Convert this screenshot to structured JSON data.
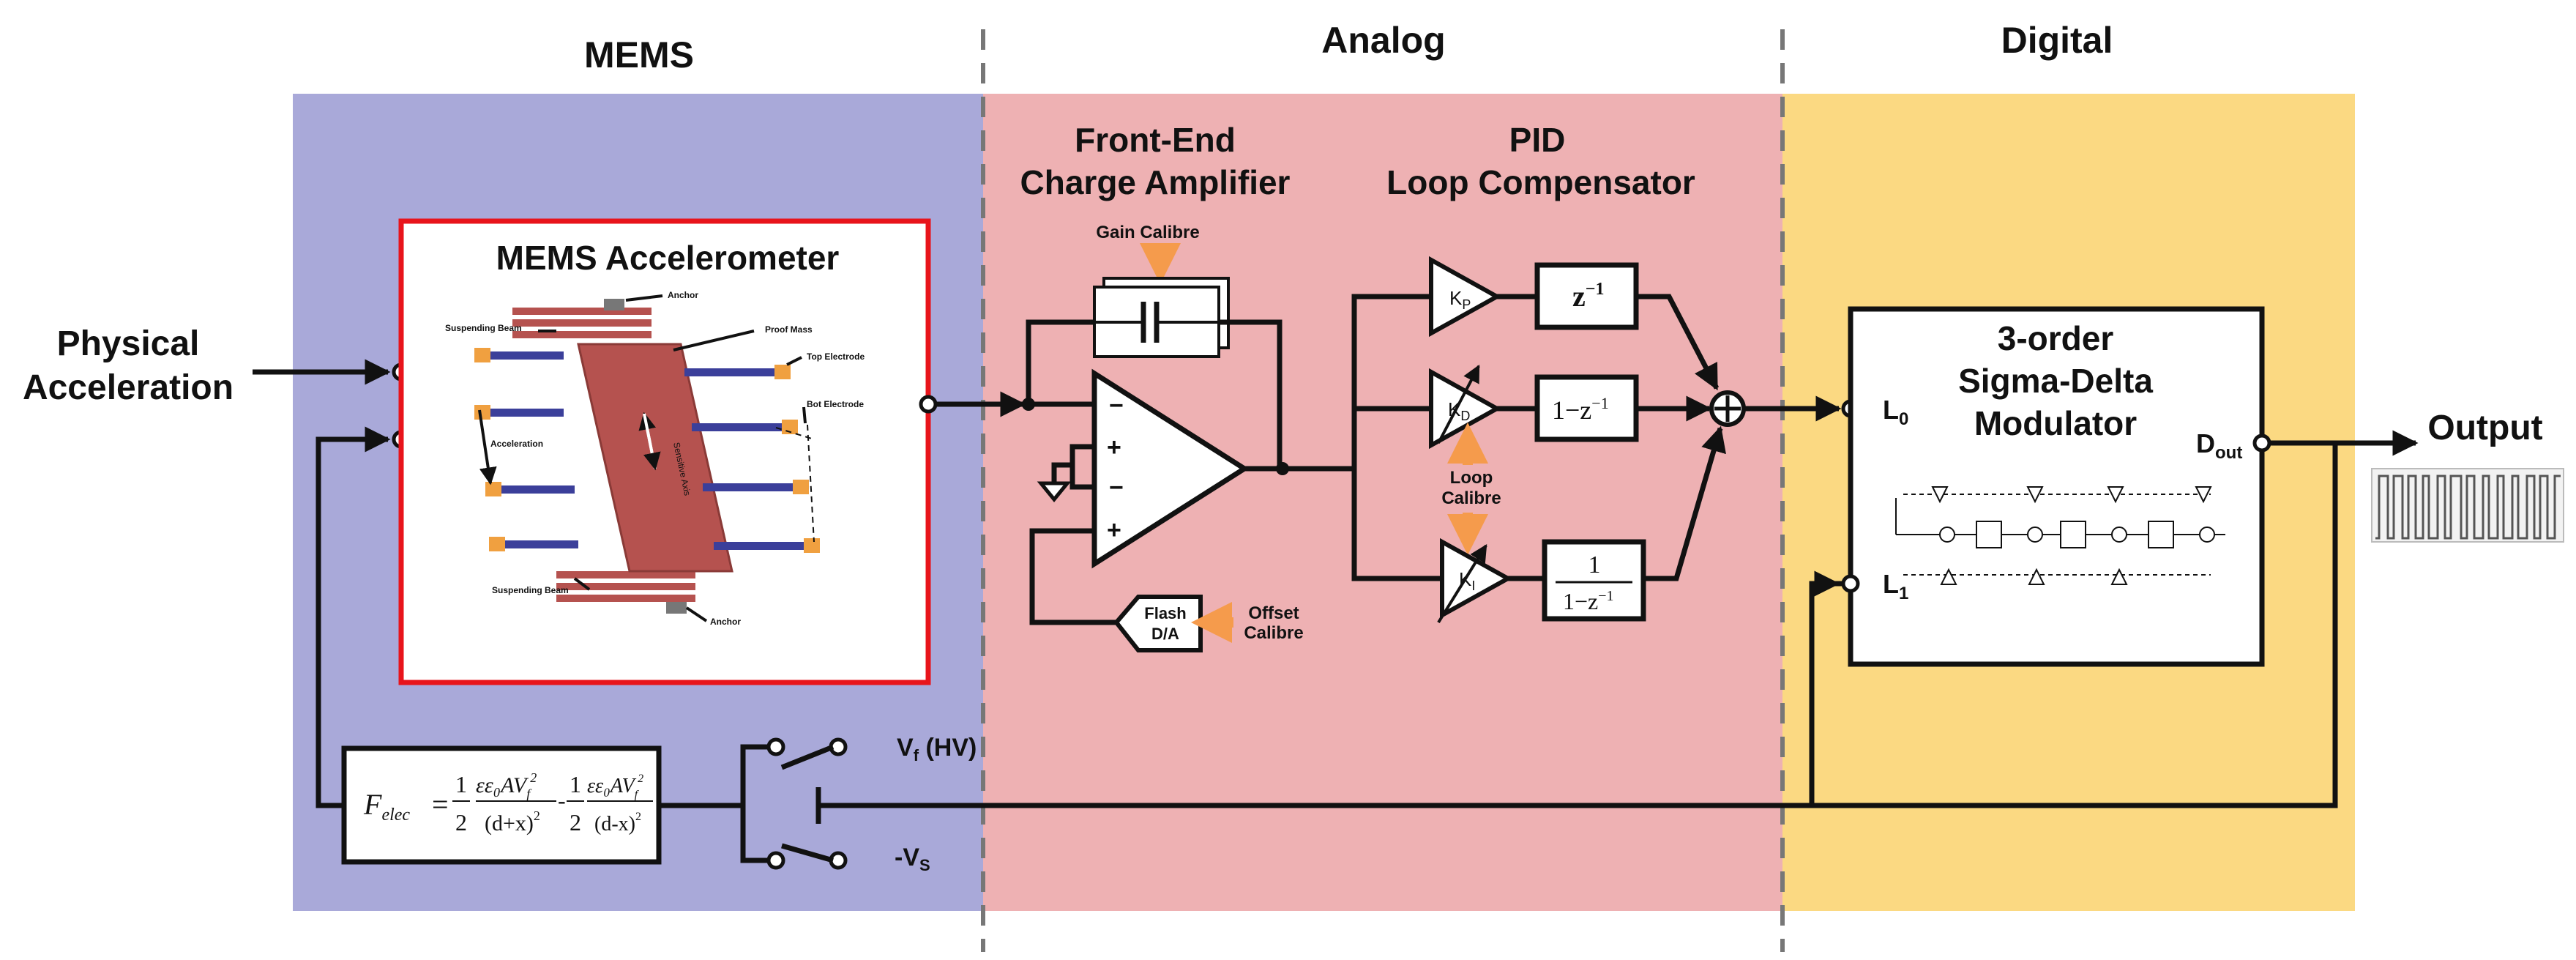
{
  "sections": {
    "mems": "MEMS",
    "analog": "Analog",
    "digital": "Digital"
  },
  "colors": {
    "mems_bg": "#a9a9d9",
    "analog_bg": "#eeb1b3",
    "digital_bg": "#fbd982",
    "accel_border": "#e8141b",
    "orange_arrow": "#f59b4c",
    "beam": "#b5524f",
    "electrode_blue": "#3b3f9a",
    "electrode_orange": "#f0a040"
  },
  "input_label": [
    "Physical",
    "Acceleration"
  ],
  "output_label": "Output",
  "mems_accelerometer": {
    "title": "MEMS Accelerometer",
    "labels": {
      "anchor_top": "Anchor",
      "suspending_beam_top": "Suspending Beam",
      "proof_mass": "Proof Mass",
      "top_electrode": "Top Electrode",
      "bot_electrode": "Bot Electrode",
      "acceleration": "Acceleration",
      "sensitive_axis": "Sensitive Axis",
      "suspending_beam_bottom": "Suspending Beam",
      "anchor_bottom": "Anchor"
    }
  },
  "front_end": {
    "title_line1": "Front-End",
    "title_line2": "Charge Amplifier",
    "gain_calibre": "Gain Calibre",
    "flash_line1": "Flash",
    "flash_line2": "D/A",
    "offset_line1": "Offset",
    "offset_line2": "Calibre",
    "minus": "−",
    "plus": "+"
  },
  "pid": {
    "title_line1": "PID",
    "title_line2": "Loop Compensator",
    "kp": "K",
    "kp_sub": "P",
    "kd": "K",
    "kd_sub": "D",
    "ki": "K",
    "ki_sub": "I",
    "z_inv": "z",
    "z_inv_sup": "−1",
    "one_minus": "1−z",
    "one_minus_sup": "−1",
    "frac_num": "1",
    "frac_den": "1−z",
    "frac_den_sup": "−1",
    "loop_calibre_line1": "Loop",
    "loop_calibre_line2": "Calibre"
  },
  "sigma_delta": {
    "title_line1": "3-order",
    "title_line2": "Sigma-Delta",
    "title_line3": "Modulator",
    "l0": "L",
    "l0_sub": "0",
    "l1": "L",
    "l1_sub": "1",
    "dout": "D",
    "dout_sub": "out"
  },
  "feedback": {
    "formula_lhs": "F",
    "formula_lhs_sub": "elec",
    "formula_eq": "=",
    "half": "1",
    "two": "2",
    "num": "εε₀AV",
    "num_sub": "f",
    "num_sup": "2",
    "den1": "(d+x)",
    "den2": "(d-x)",
    "den_sup": "2",
    "minus": "-",
    "vf": "V",
    "vf_sub": "f",
    "vf_tail": " (HV)",
    "vs": "-V",
    "vs_sub": "S"
  }
}
